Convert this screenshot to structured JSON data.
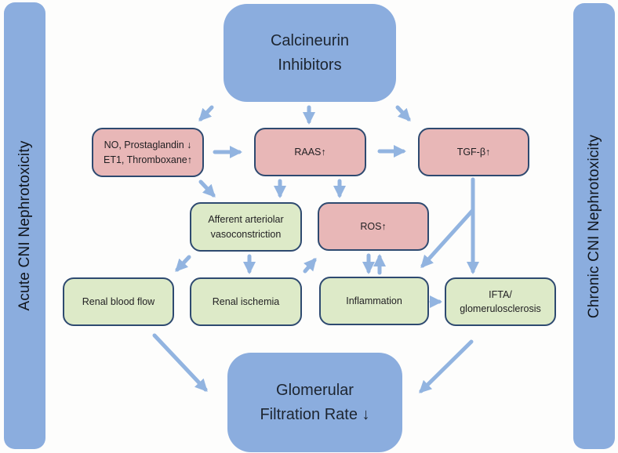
{
  "side_bars": {
    "left": "Acute CNI Nephrotoxicity",
    "right": "Chronic CNI Nephrotoxicity"
  },
  "nodes": {
    "calcineurin": "Calcineurin\nInhibitors",
    "no_pg": "NO, Prostaglandin ↓\nET1, Thromboxane↑",
    "raas": "RAAS↑",
    "tgf": "TGF-β↑",
    "afferent": "Afferent arteriolar\nvasoconstriction",
    "ros": "ROS↑",
    "renal_blood_flow": "Renal blood flow",
    "renal_ischemia": "Renal ischemia",
    "inflammation": "Inflammation",
    "ifta": "IFTA/\nglomerulosclerosis",
    "gfr": "Glomerular\nFiltration Rate ↓"
  },
  "edges": [
    {
      "from": "calcineurin",
      "to": "no_pg"
    },
    {
      "from": "calcineurin",
      "to": "raas"
    },
    {
      "from": "calcineurin",
      "to": "tgf"
    },
    {
      "from": "no_pg",
      "to": "raas"
    },
    {
      "from": "raas",
      "to": "tgf"
    },
    {
      "from": "no_pg",
      "to": "afferent"
    },
    {
      "from": "raas",
      "to": "afferent"
    },
    {
      "from": "raas",
      "to": "ros"
    },
    {
      "from": "afferent",
      "to": "renal_blood_flow"
    },
    {
      "from": "afferent",
      "to": "renal_ischemia"
    },
    {
      "from": "renal_ischemia",
      "to": "ros"
    },
    {
      "from": "ros",
      "to": "inflammation"
    },
    {
      "from": "inflammation",
      "to": "ros"
    },
    {
      "from": "tgf",
      "to": "ifta"
    },
    {
      "from": "tgf",
      "to": "inflammation"
    },
    {
      "from": "inflammation",
      "to": "ifta"
    },
    {
      "from": "renal_blood_flow",
      "to": "gfr"
    },
    {
      "from": "ifta",
      "to": "gfr"
    }
  ],
  "colors": {
    "blue-fill": "#8badde",
    "pink-fill": "#e8b7b7",
    "green-fill": "#ddeac8",
    "node-border": "#2e4a70",
    "arrow": "#92b4e0",
    "text-dark": "#1d2530",
    "background": "#fdfdfc"
  }
}
